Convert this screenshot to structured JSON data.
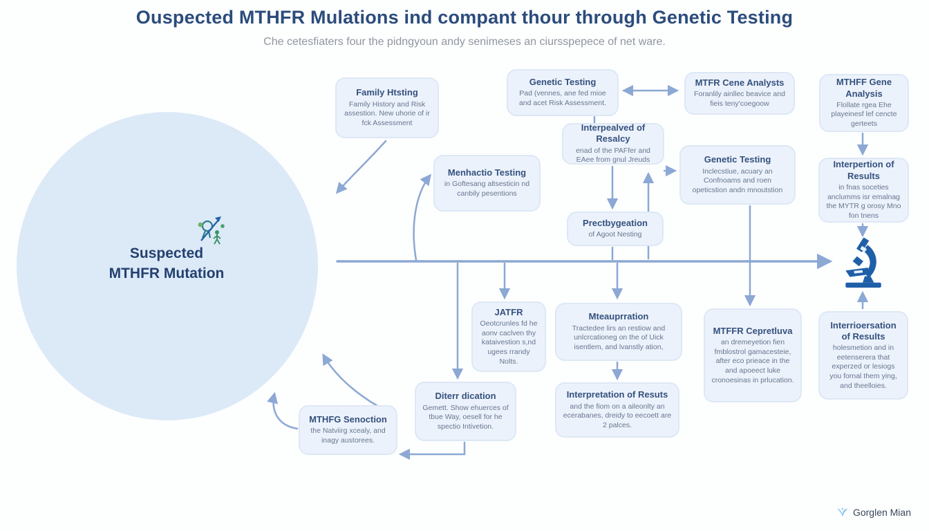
{
  "header": {
    "title": "Ouspected MTHFR Mulations ind compant thour through Genetic Testing",
    "subtitle": "Che cetesfiaters four the pidngyoun andy senimeses an ciursspepece of net ware."
  },
  "circle": {
    "label_line1": "Suspected",
    "label_line2": "MTHFR Mutation",
    "icon": "figure-icon"
  },
  "nodes": {
    "family_history": {
      "title": "Family Htsting",
      "body": "Family History and Risk assestion. New uhorie of ir fck Assessment"
    },
    "genetic_top": {
      "title": "Genetic Testing",
      "body": "Pad (vennes, ane fed mioe and acet Risk Assessment."
    },
    "mtfr_gene": {
      "title": "MTFR Cene Analysts",
      "body": "Foranlily ainllec beavice and fieis teny'coegoow"
    },
    "mthff_gene": {
      "title": "MTHFF Gene Analysis",
      "body": "Flollate rgea Ehe playeinesf lef cencte gerteets"
    },
    "interpealved": {
      "title": "Interpealved of Resalcy",
      "body": "enad of the PAFfer and EAee from gnul Jreuds"
    },
    "menhactio": {
      "title": "Menhactio Testing",
      "body": "in Goftesang altsesticin nd canbily pesentions"
    },
    "genetic_2": {
      "title": "Genetic Testing",
      "body": "Inclecstiue, acuary an Confnoams and roen opeticstion andn mnoutstion"
    },
    "interpertion": {
      "title": "Interpertion of Results",
      "body": "in fnas soceties anclumms isr emalnag the MYTR g orosy Mno fon tnens"
    },
    "prectbygeation": {
      "title": "Prectbygeation",
      "body": "of Agoot Nesting"
    },
    "jatfr": {
      "title": "JATFR",
      "body": "Oeotcrunles fd he aonv caclven thy kataivestion s,nd ugees rrandy Nolts."
    },
    "mteaupration": {
      "title": "Mteauprration",
      "body": "Tractedee lirs an restiow and unlcrcationeg on the of Uick isentlem, and lvanstly ation,"
    },
    "mtffr_cepretluva": {
      "title": "MTFFR Cepretluva",
      "body": "an dremeyetion fien fmblostrol gamacesteie, after eco prieace in the and apoeect luke cronoesinas in prlucation."
    },
    "interrioersation": {
      "title": "Interrioersation of Results",
      "body": "holesmetion and in eetenserera that experzed or lesiogs you fornal them ying, and theelloies."
    },
    "diterr": {
      "title": "Diterr dication",
      "body": "Gemett. Show ehuerces of tbue Way, oesell for he spectio Intivetion."
    },
    "interpretation": {
      "title": "Interpretation of Resuts",
      "body": "and the fiom on a aileonlty an ecerabanes, dreidy to eecoett are 2 palces."
    },
    "mthfg": {
      "title": "MTHFG Senoction",
      "body": "the Natviirg xcealy, and inagy austorees."
    }
  },
  "icons": {
    "microscope": "microscope-icon",
    "figure": "figure-icon",
    "logo": "bird-logo-icon"
  },
  "footer": {
    "brand": "Gorglen Mian"
  },
  "colors": {
    "title_navy": "#2b4c7c",
    "box_fill": "#ecf2fb",
    "box_border": "#dde8f6",
    "connector": "#8ca8d4",
    "circle_fill": "#dce9f7",
    "microscope_blue": "#1f5fa8",
    "logo_blue": "#85c6ea"
  }
}
